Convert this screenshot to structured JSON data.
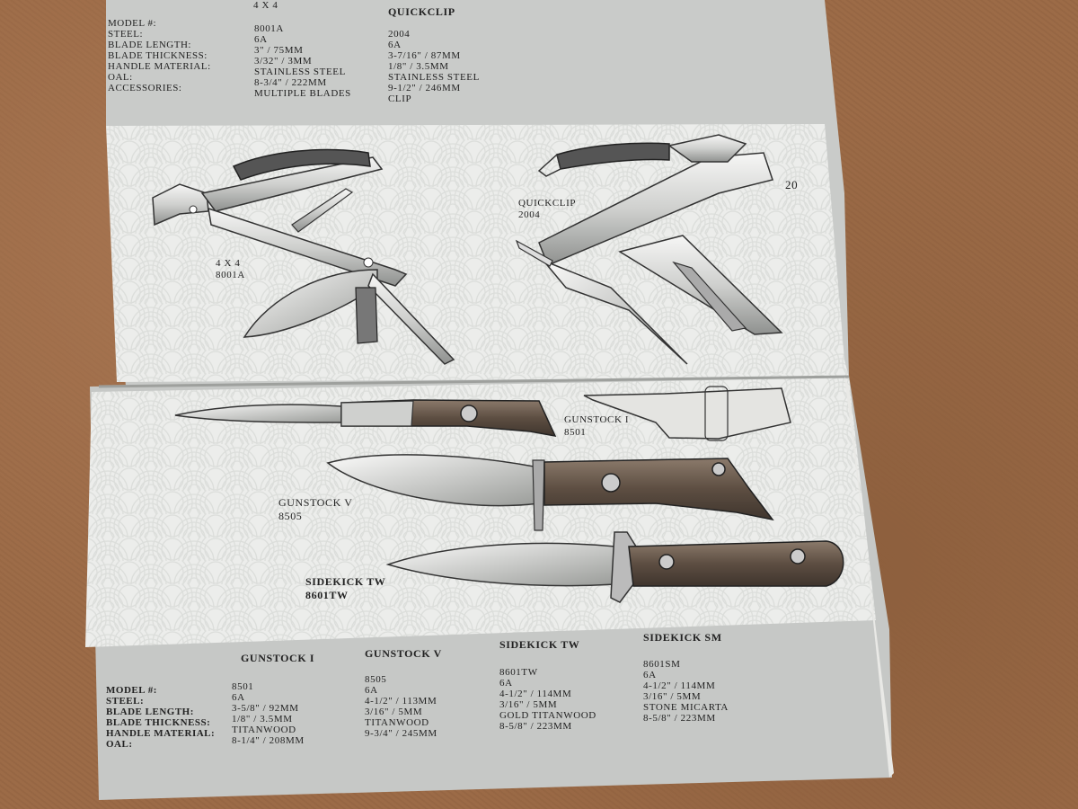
{
  "brochure": {
    "page_number": "20",
    "top_specs": {
      "labels": [
        "MODEL #:",
        "STEEL:",
        "BLADE LENGTH:",
        "BLADE THICKNESS:",
        "HANDLE MATERIAL:",
        "OAL:",
        "ACCESSORIES:"
      ],
      "columns": [
        {
          "name": "4 X 4",
          "values": [
            "8001A",
            "6A",
            "3\" / 75MM",
            "3/32\" / 3MM",
            "STAINLESS STEEL",
            "8-3/4\" / 222MM",
            "MULTIPLE BLADES"
          ]
        },
        {
          "name": "QUICKCLIP",
          "values": [
            "2004",
            "6A",
            "3-7/16\" / 87MM",
            "1/8\" / 3.5MM",
            "STAINLESS STEEL",
            "9-1/2\" / 246MM",
            "CLIP"
          ]
        }
      ]
    },
    "illustration_labels": {
      "four_by_four": {
        "name": "4 X 4",
        "model": "8001A"
      },
      "quickclip": {
        "name": "QUICKCLIP",
        "model": "2004"
      },
      "gunstock_i": {
        "name": "GUNSTOCK I",
        "model": "8501"
      },
      "gunstock_v": {
        "name": "GUNSTOCK V",
        "model": "8505"
      },
      "sidekick_tw": {
        "name": "SIDEKICK TW",
        "model": "8601TW"
      }
    },
    "bottom_specs": {
      "labels": [
        "MODEL #:",
        "STEEL:",
        "BLADE LENGTH:",
        "BLADE THICKNESS:",
        "HANDLE MATERIAL:",
        "OAL:"
      ],
      "columns": [
        {
          "name": "GUNSTOCK I",
          "values": [
            "8501",
            "6A",
            "3-5/8\" / 92MM",
            "1/8\" / 3.5MM",
            "TITANWOOD",
            "8-1/4\" / 208MM"
          ]
        },
        {
          "name": "GUNSTOCK V",
          "values": [
            "8505",
            "6A",
            "4-1/2\" / 113MM",
            "3/16\" / 5MM",
            "TITANWOOD",
            "9-3/4\" / 245MM"
          ]
        },
        {
          "name": "SIDEKICK TW",
          "values": [
            "8601TW",
            "6A",
            "4-1/2\" / 114MM",
            "3/16\" / 5MM",
            "GOLD TITANWOOD",
            "8-5/8\" / 223MM"
          ]
        },
        {
          "name": "SIDEKICK SM",
          "values": [
            "8601SM",
            "6A",
            "4-1/2\" / 114MM",
            "3/16\" / 5MM",
            "STONE MICARTA",
            "8-5/8\" / 223MM"
          ]
        }
      ]
    },
    "colors": {
      "table": "#9c6b47",
      "paper": "#c7c9c7",
      "illustration_bg": "#ecedeb",
      "wood": "#6b5a4c"
    }
  }
}
